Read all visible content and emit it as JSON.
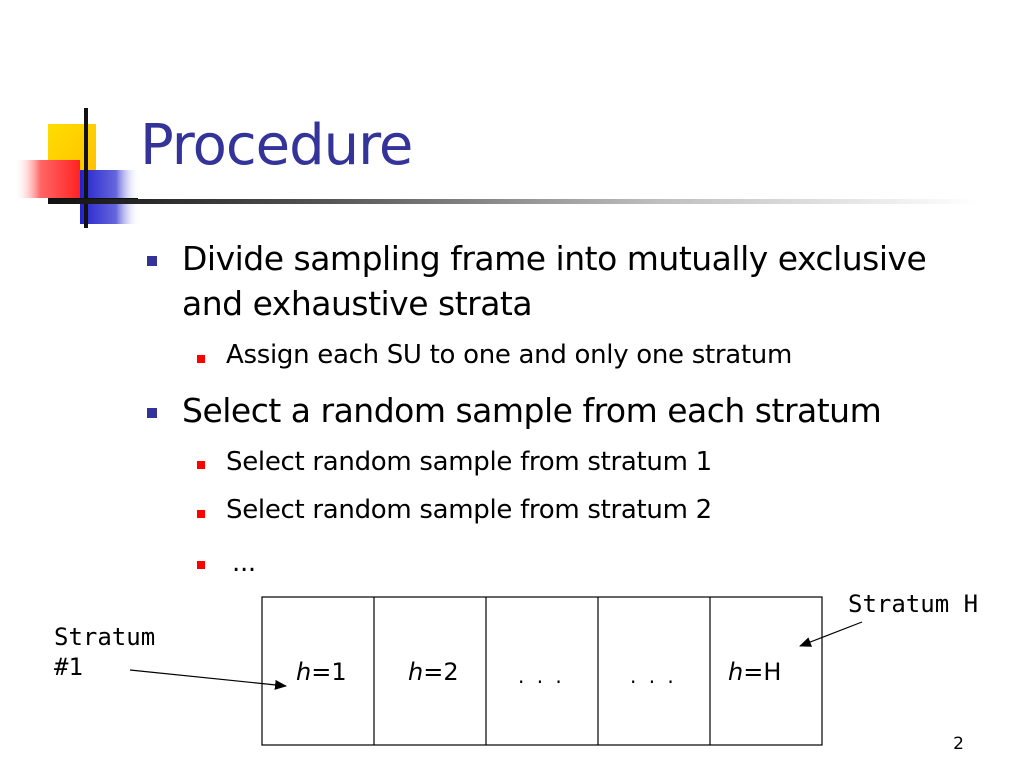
{
  "slide": {
    "title": "Procedure",
    "page_number": "2",
    "accent_colors": {
      "title": "#333399",
      "level1_bullet": "#333399",
      "level2_bullet": "#ff0000",
      "logo_yellow": "#ffcc00",
      "logo_red": "#ff4444",
      "logo_blue": "#3333cc"
    },
    "bullets": [
      {
        "level": 1,
        "lines": [
          "Divide sampling frame into mutually exclusive",
          "and exhaustive strata"
        ]
      },
      {
        "level": 2,
        "lines": [
          "Assign each SU to one and only one stratum"
        ]
      },
      {
        "level": 1,
        "lines": [
          "Select a random sample from each stratum"
        ]
      },
      {
        "level": 2,
        "lines": [
          "Select random sample from stratum 1"
        ]
      },
      {
        "level": 2,
        "lines": [
          "Select random sample from stratum 2"
        ]
      },
      {
        "level": 2,
        "lines": [
          " ..."
        ]
      }
    ]
  },
  "diagram": {
    "cells": [
      {
        "var": "h",
        "rest": "=1"
      },
      {
        "var": "h",
        "rest": "=2"
      },
      {
        "dots": ". . ."
      },
      {
        "dots": ". . ."
      },
      {
        "var": "h",
        "rest": "=H"
      }
    ],
    "label_left_line1": "Stratum",
    "label_left_line2": "#1",
    "label_right": "Stratum H"
  }
}
